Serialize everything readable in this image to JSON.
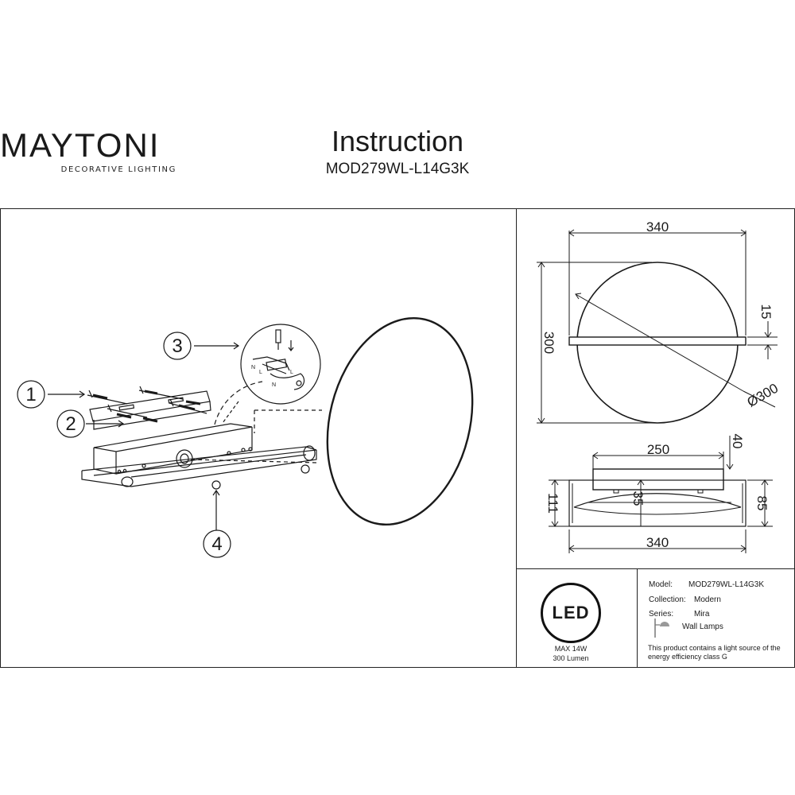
{
  "brand": {
    "name": "MAYTONI",
    "tagline": "DECORATIVE LIGHTING"
  },
  "header": {
    "title": "Instruction",
    "model_code": "MOD279WL-L14G3K"
  },
  "callouts": [
    "1",
    "2",
    "3",
    "4"
  ],
  "dimensions": {
    "front": {
      "width": "340",
      "height": "300",
      "bar": "15",
      "diameter": "Ø300"
    },
    "side": {
      "base": "250",
      "depth": "40",
      "total_height": "111",
      "inner": "35",
      "height": "85",
      "width": "340"
    }
  },
  "badge": {
    "label": "LED",
    "power": "MAX 14W",
    "lumen": "300 Lumen"
  },
  "specs": {
    "model_label": "Model:",
    "model_value": "MOD279WL-L14G3K",
    "collection_label": "Collection:",
    "collection_value": "Modern",
    "series_label": "Series:",
    "series_value": "Mira",
    "type_value": "Wall Lamps",
    "energy_note": "This product contains a light source of the energy efficiency class G"
  }
}
